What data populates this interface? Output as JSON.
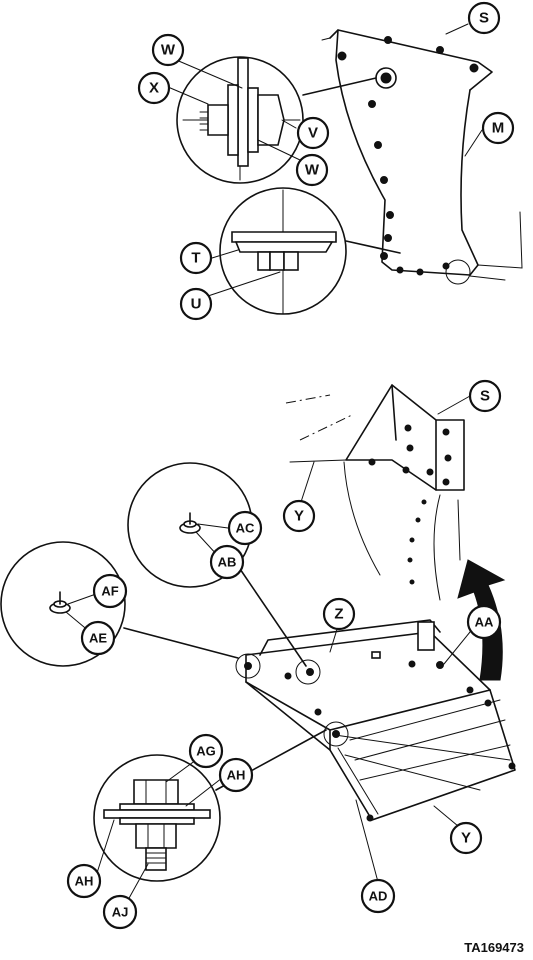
{
  "figure_id": "TA169473",
  "upper_view": {
    "callouts": {
      "S": "S",
      "M": "M",
      "W_top": "W",
      "X": "X",
      "V": "V",
      "W_bottom": "W",
      "T": "T",
      "U": "U"
    }
  },
  "lower_view": {
    "callouts": {
      "S": "S",
      "Y_top": "Y",
      "AC": "AC",
      "AB": "AB",
      "AF": "AF",
      "AE": "AE",
      "Z": "Z",
      "AA": "AA",
      "AG": "AG",
      "AH_right": "AH",
      "AH_left": "AH",
      "AJ": "AJ",
      "AD": "AD",
      "Y_bottom": "Y"
    }
  }
}
